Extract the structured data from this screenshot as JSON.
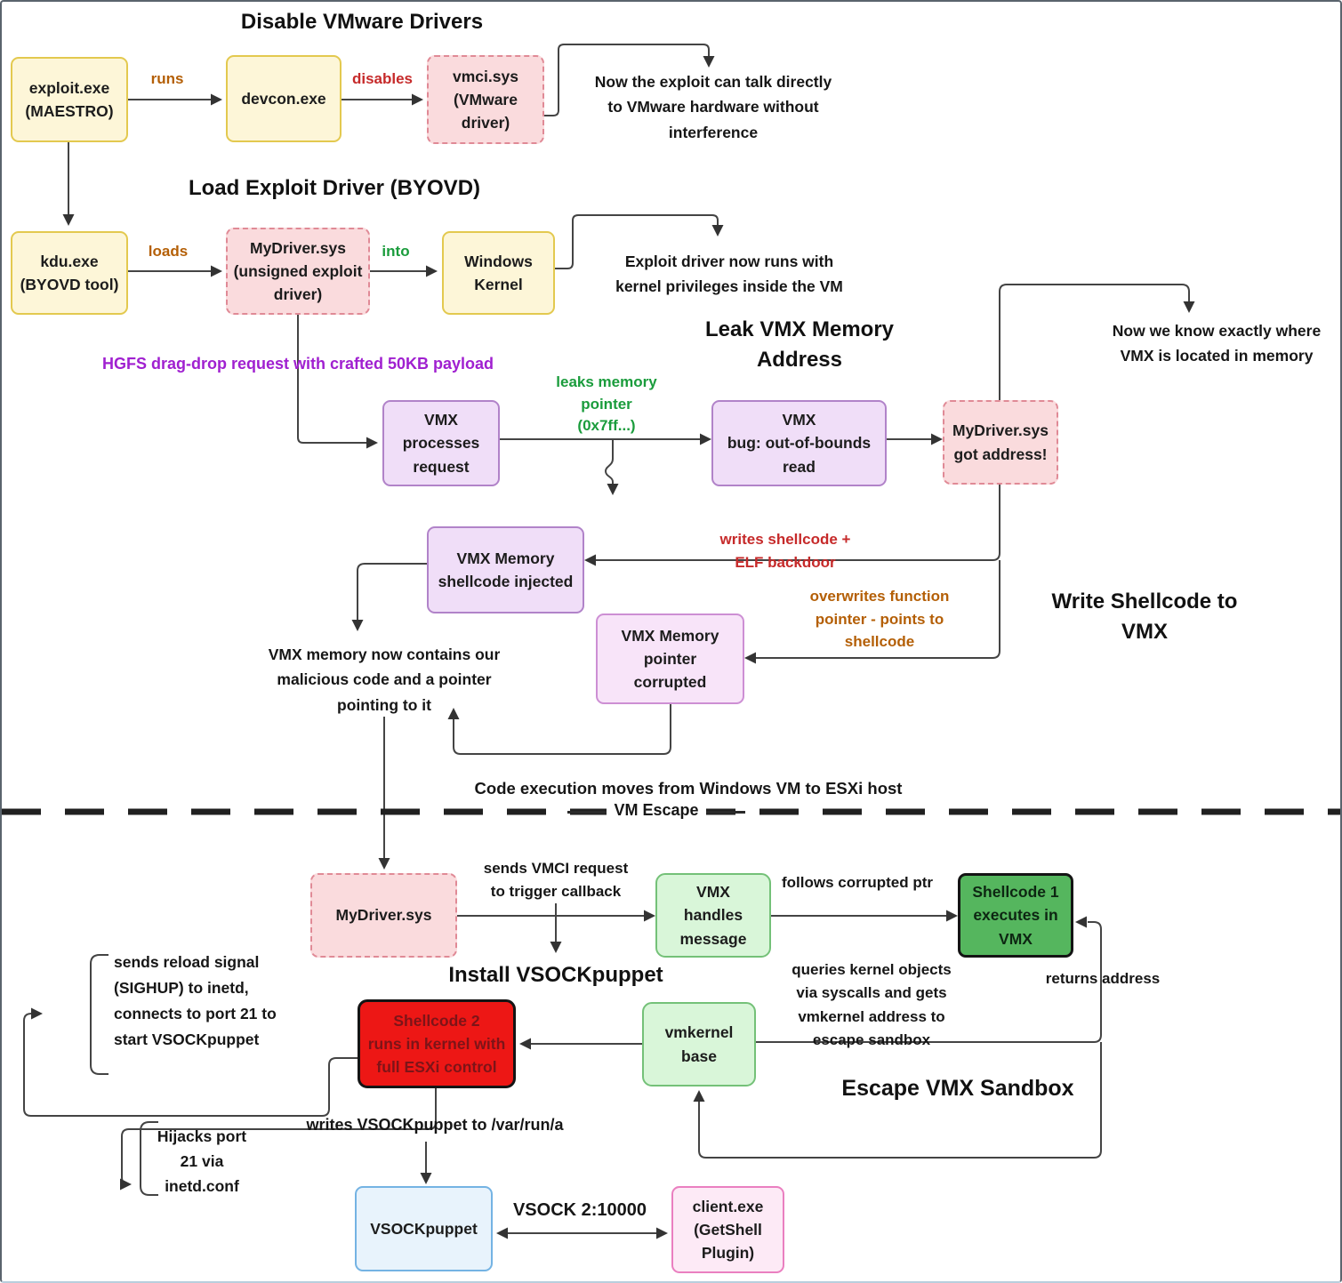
{
  "sections": {
    "disable": "Disable VMware Drivers",
    "byovd": "Load Exploit Driver (BYOVD)",
    "leak": "Leak VMX Memory\nAddress",
    "write": "Write Shellcode to\nVMX",
    "install": "Install VSOCKpuppet",
    "escape": "Escape VMX Sandbox"
  },
  "nodes": {
    "exploit": "exploit.exe\n(MAESTRO)",
    "devcon": "devcon.exe",
    "vmci": "vmci.sys\n(VMware\ndriver)",
    "kdu": "kdu.exe\n(BYOVD tool)",
    "mydriver_vm": "MyDriver.sys\n(unsigned exploit\ndriver)",
    "winkernel": "Windows\nKernel",
    "vmx_proc": "VMX\nprocesses\nrequest",
    "vmx_bug": "VMX\nbug: out-of-bounds\nread",
    "got_addr": "MyDriver.sys\ngot address!",
    "injected": "VMX Memory\nshellcode injected",
    "corrupted": "VMX Memory\npointer\ncorrupted",
    "mydriver_esc": "MyDriver.sys",
    "vmx_handles": "VMX\nhandles\nmessage",
    "shellcode1": "Shellcode 1\nexecutes in\nVMX",
    "shellcode2": "Shellcode 2\nruns in kernel with\nfull ESXi control",
    "vmkernel": "vmkernel\nbase",
    "vsockpuppet": "VSOCKpuppet",
    "client": "client.exe\n(GetShell\nPlugin)"
  },
  "edges": {
    "runs": "runs",
    "disables": "disables",
    "loads": "loads",
    "into": "into",
    "hgfs": "HGFS drag-drop request with crafted 50KB payload",
    "leaks_ptr": "leaks memory\npointer\n(0x7ff...)",
    "writes_shellcode": "writes shellcode +\nELF backdoor",
    "overwrites": "overwrites function\npointer - points to\nshellcode",
    "sends_vmci": "sends VMCI request\nto trigger callback",
    "follows": "follows corrupted ptr",
    "queries": "queries kernel objects\nvia syscalls and gets\nvmkernel address to\nescape sandbox",
    "returns": "returns address",
    "writes_vsock": "writes VSOCKpuppet to /var/run/a",
    "vsock_channel": "VSOCK 2:10000"
  },
  "annotations": {
    "talk_directly": "Now the exploit can talk directly\nto VMware hardware without\ninterference",
    "kernel_priv": "Exploit driver now runs with\nkernel privileges inside the VM",
    "know_where": "Now we know exactly where\nVMX is located in memory",
    "contains": "VMX memory now contains our\nmalicious code and a pointer\npointing to it",
    "sighup": "sends reload signal\n(SIGHUP) to inetd,\nconnects to port 21 to\nstart VSOCKpuppet",
    "hijacks": "Hijacks port\n21 via\ninetd.conf"
  },
  "divider": {
    "caption": "Code execution moves from Windows VM to ESXi host",
    "label": "VM Escape"
  },
  "colors": {
    "yellow_fill": "#fdf6d8",
    "yellow_border": "#e3c94f",
    "pink_fill": "#fadbdd",
    "pink_border": "#e08a96",
    "lavender_fill": "#f0def8",
    "lavender_border": "#b183c9",
    "green_light_fill": "#d9f6d9",
    "green_light_border": "#74c178",
    "green_dark_fill": "#55b65e",
    "red_fill": "#ed1715",
    "red_text": "#7d1418",
    "blue_fill": "#e8f3fc",
    "blue_border": "#74b3e3",
    "pink_solid_fill": "#fdeaf6",
    "pink_solid_border": "#ea7fc0",
    "label_orange": "#b45f06",
    "label_red": "#c62a2a",
    "label_green": "#1a9c3c",
    "label_purple": "#a020d0",
    "line_color": "#444444"
  }
}
